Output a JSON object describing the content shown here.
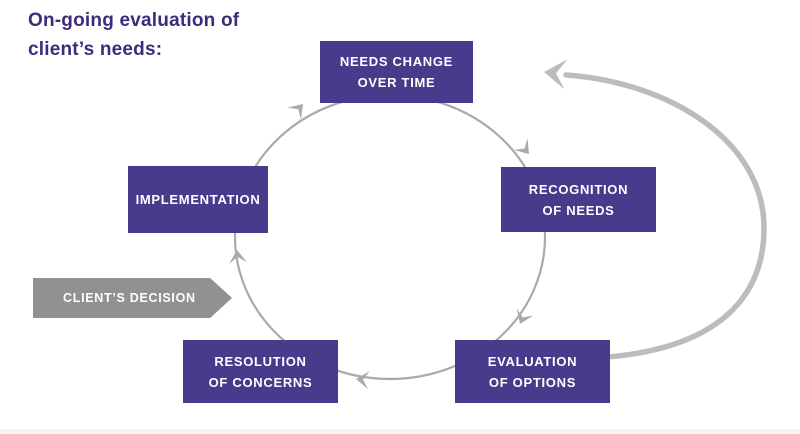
{
  "title": {
    "line1": "On-going evaluation of",
    "line2": "client’s needs:"
  },
  "cycle": {
    "direction": "clockwise",
    "steps": [
      {
        "name": "needs-change-over-time",
        "lines": [
          "NEEDS CHANGE",
          "OVER TIME"
        ]
      },
      {
        "name": "recognition-of-needs",
        "lines": [
          "RECOGNITION",
          "OF NEEDS"
        ]
      },
      {
        "name": "evaluation-of-options",
        "lines": [
          "EVALUATION",
          "OF OPTIONS"
        ]
      },
      {
        "name": "resolution-of-concerns",
        "lines": [
          "RESOLUTION",
          "OF CONCERNS"
        ]
      },
      {
        "name": "implementation",
        "lines": [
          "IMPLEMENTATION"
        ]
      }
    ]
  },
  "decision_flag": {
    "label": "CLIENT’S DECISION"
  },
  "icons": {
    "cycle_arrowhead": "chevron-arrowhead",
    "loop_arrow": "curved-return-arrow",
    "decision_flag_shape": "right-pointing-banner"
  },
  "colors": {
    "box-purple": "#4a3a8c",
    "title-purple": "#3e2b7e",
    "flag-gray": "#8f9193",
    "arc-gray": "#a9aaac",
    "loop-gray": "#babcbe",
    "bg": "#ffffff",
    "footer-strip": "#f4f4f5"
  }
}
